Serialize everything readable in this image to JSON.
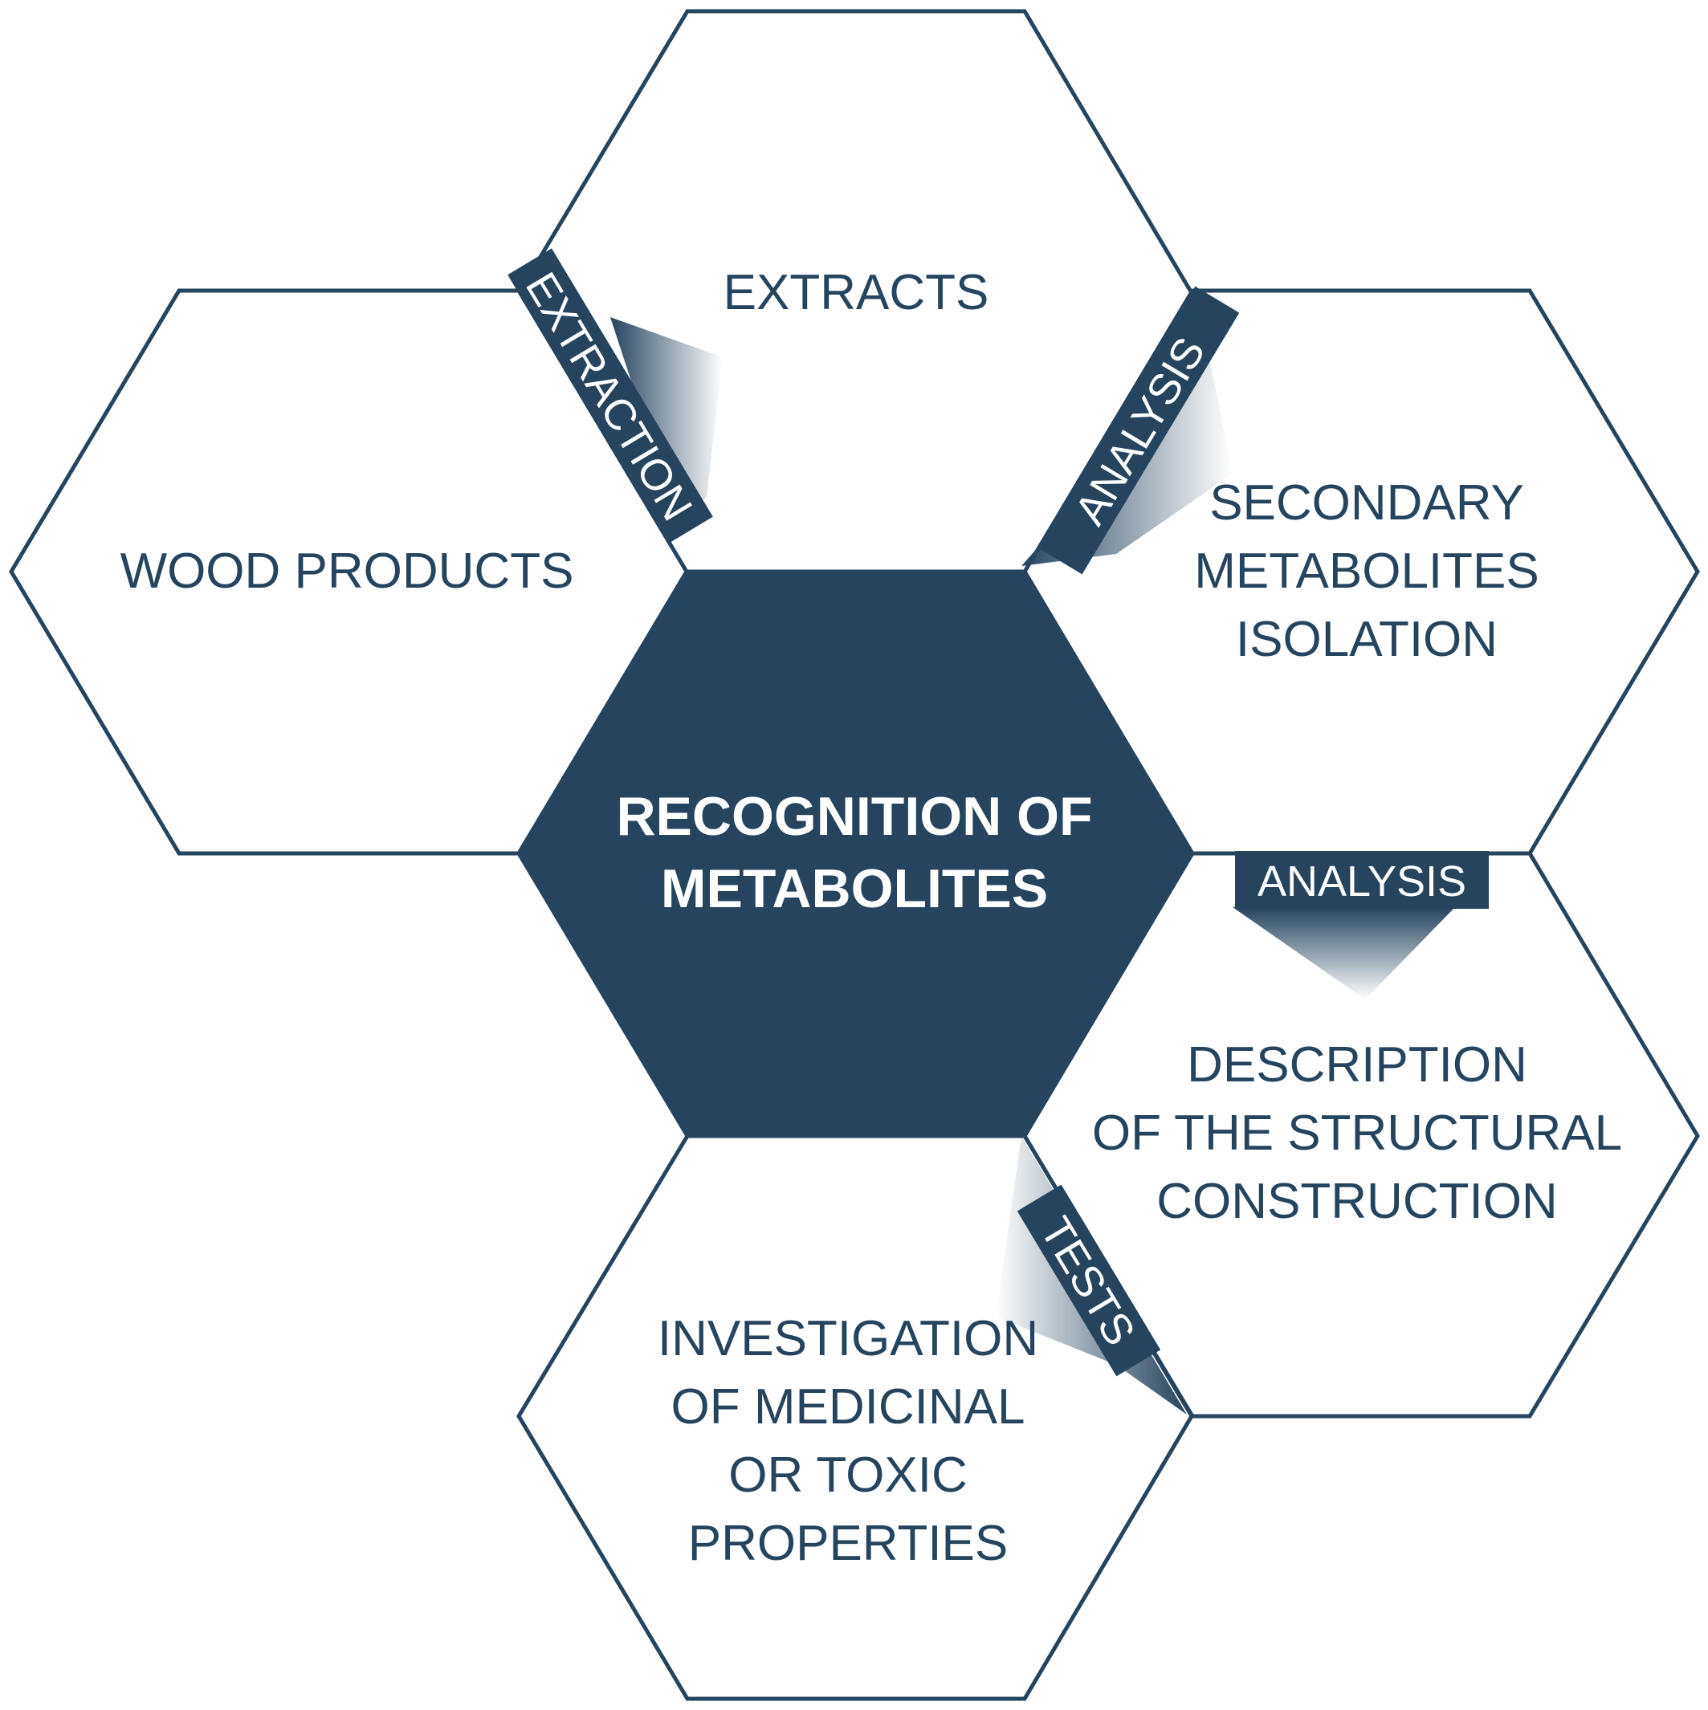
{
  "center": {
    "lines": [
      "RECOGNITION OF",
      "METABOLITES"
    ]
  },
  "nodes": {
    "wood_products": {
      "lines": [
        "WOOD PRODUCTS"
      ]
    },
    "extracts": {
      "lines": [
        "EXTRACTS"
      ]
    },
    "secondary_metabolites": {
      "lines": [
        "SECONDARY",
        "METABOLITES",
        "ISOLATION"
      ]
    },
    "description": {
      "lines": [
        "DESCRIPTION",
        "OF THE STRUCTURAL",
        "CONSTRUCTION"
      ]
    },
    "investigation": {
      "lines": [
        "INVESTIGATION",
        "OF MEDICINAL",
        "OR TOXIC",
        "PROPERTIES"
      ]
    }
  },
  "edges": {
    "extraction": "EXTRACTION",
    "analysis_1": "ANALYSIS",
    "analysis_2": "ANALYSIS",
    "tests": "TESTS"
  },
  "colors": {
    "primary": "#26445e",
    "background": "#ffffff"
  }
}
